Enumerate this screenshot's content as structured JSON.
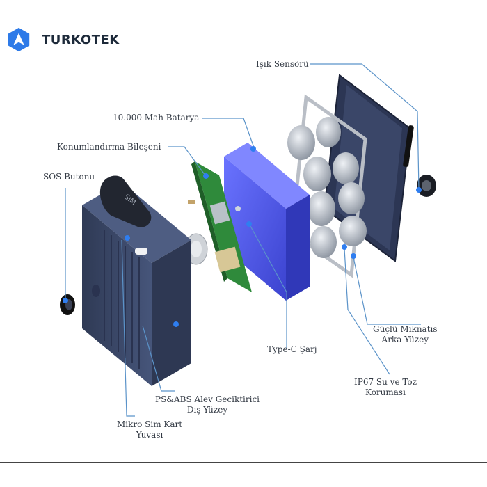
{
  "brand": {
    "name": "TURKOTEK"
  },
  "labels": {
    "light_sensor": "Işık Sensörü",
    "battery": "10.000 Mah Batarya",
    "positioning": "Konumlandırma Bileşeni",
    "sos": "SOS Butonu",
    "magnet_line1": "Güçlü Mıknatıs",
    "magnet_line2": "Arka Yüzey",
    "ip67_line1": "IP67 Su ve Toz",
    "ip67_line2": "Koruması",
    "typec": "Type-C Şarj",
    "shell_line1": "PS&ABS Alev Geciktirici",
    "shell_line2": "Dış Yüzey",
    "sim_line1": "Mikro Sim Kart",
    "sim_line2": "Yuvası"
  },
  "sim_cap_text": "SIM",
  "colors": {
    "accent": "#2f7ef0",
    "shell": "#3d4a68",
    "battery": "#4b55e0",
    "pcb": "#2f8a3b",
    "line": "#5b93c9"
  }
}
